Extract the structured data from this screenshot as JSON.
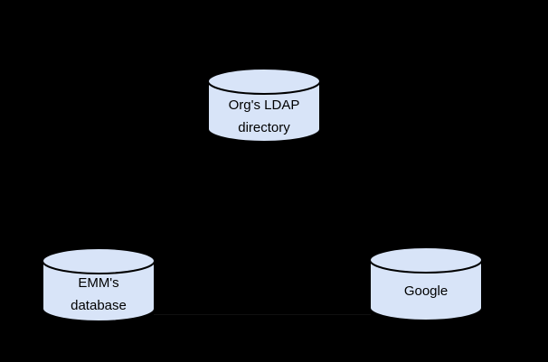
{
  "diagram": {
    "type": "architecture-diagram",
    "nodes": [
      {
        "id": "ldap-directory",
        "shape": "database-cylinder",
        "label_line1": "Org's LDAP",
        "label_line2": "directory"
      },
      {
        "id": "emm-database",
        "shape": "database-cylinder",
        "label_line1": "EMM's",
        "label_line2": "database"
      },
      {
        "id": "google",
        "shape": "database-cylinder",
        "label_line1": "Google",
        "label_line2": ""
      }
    ],
    "connectors": [
      {
        "from": "emm-database",
        "to": "google",
        "style": "faint-near-invisible-line"
      }
    ],
    "colors": {
      "background": "#000000",
      "cylinder_fill": "#d8e4f8",
      "cylinder_stroke": "#000000",
      "label_text": "#000000",
      "faint_line": "#101010"
    }
  }
}
